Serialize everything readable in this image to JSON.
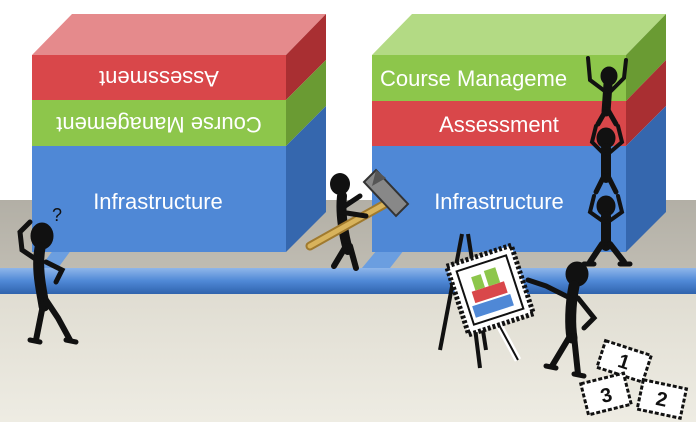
{
  "diagram": {
    "left_stack": {
      "blocks": [
        {
          "label": "Assessment",
          "color": "#d9474a",
          "upside_down": true
        },
        {
          "label": "Course Management",
          "color": "#8dc64b",
          "upside_down": true
        },
        {
          "label": "Infrastructure",
          "color": "#4f88d6",
          "upside_down": false
        }
      ]
    },
    "right_stack": {
      "blocks": [
        {
          "label": "Course Manageme",
          "color": "#8dc64b",
          "upside_down": false
        },
        {
          "label": "Assessment",
          "color": "#d9474a",
          "upside_down": false
        },
        {
          "label": "Infrastructure",
          "color": "#4f88d6",
          "upside_down": false
        }
      ]
    },
    "confused_figure": {
      "symbol": "?"
    },
    "tile_numbers": [
      "1",
      "3",
      "2"
    ],
    "colors": {
      "floor_top": "#c8c5b8",
      "floor_main": "#e6e3d6",
      "rail": "#4f88d6",
      "figure": "#111111"
    }
  }
}
